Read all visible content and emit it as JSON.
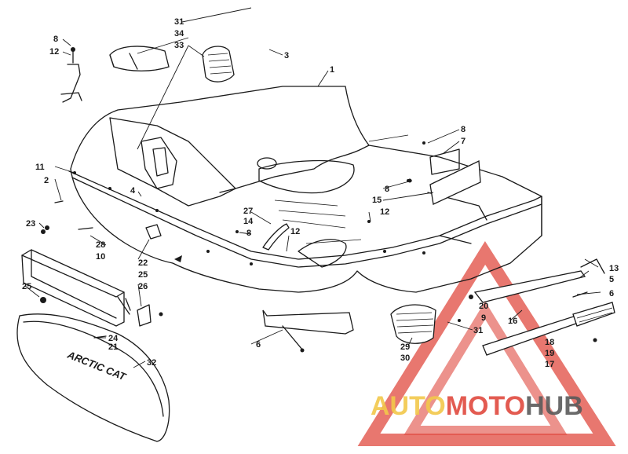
{
  "decal_text": "ARCTIC CAT",
  "callouts": [
    {
      "id": "c1",
      "text": "1"
    },
    {
      "id": "c2",
      "text": "2"
    },
    {
      "id": "c3",
      "text": "3"
    },
    {
      "id": "c4",
      "text": "4"
    },
    {
      "id": "c5",
      "text": "5"
    },
    {
      "id": "c6a",
      "text": "6"
    },
    {
      "id": "c6b",
      "text": "6"
    },
    {
      "id": "c7",
      "text": "7"
    },
    {
      "id": "c8a",
      "text": "8"
    },
    {
      "id": "c8b",
      "text": "8"
    },
    {
      "id": "c8c",
      "text": "8"
    },
    {
      "id": "c8d",
      "text": "8"
    },
    {
      "id": "c9",
      "text": "9"
    },
    {
      "id": "c10",
      "text": "10"
    },
    {
      "id": "c11",
      "text": "11"
    },
    {
      "id": "c12a",
      "text": "12"
    },
    {
      "id": "c12b",
      "text": "12"
    },
    {
      "id": "c12c",
      "text": "12"
    },
    {
      "id": "c13",
      "text": "13"
    },
    {
      "id": "c14",
      "text": "14"
    },
    {
      "id": "c15",
      "text": "15"
    },
    {
      "id": "c16",
      "text": "16"
    },
    {
      "id": "c17",
      "text": "17"
    },
    {
      "id": "c18",
      "text": "18"
    },
    {
      "id": "c19",
      "text": "19"
    },
    {
      "id": "c20",
      "text": "20"
    },
    {
      "id": "c21",
      "text": "21"
    },
    {
      "id": "c22",
      "text": "22"
    },
    {
      "id": "c23",
      "text": "23"
    },
    {
      "id": "c24",
      "text": "24"
    },
    {
      "id": "c25a",
      "text": "25"
    },
    {
      "id": "c25b",
      "text": "25"
    },
    {
      "id": "c26",
      "text": "26"
    },
    {
      "id": "c27",
      "text": "27"
    },
    {
      "id": "c28",
      "text": "28"
    },
    {
      "id": "c29",
      "text": "29"
    },
    {
      "id": "c30",
      "text": "30"
    },
    {
      "id": "c31a",
      "text": "31"
    },
    {
      "id": "c31b",
      "text": "31"
    },
    {
      "id": "c32",
      "text": "32"
    },
    {
      "id": "c33",
      "text": "33"
    },
    {
      "id": "c34",
      "text": "34"
    }
  ],
  "watermark": {
    "part1": "AUTO",
    "part2": "MOTO",
    "part3": "HUB",
    "color_gold": "#f2c84b",
    "color_red": "#e04a3f",
    "color_grey": "#5a5a5a"
  }
}
